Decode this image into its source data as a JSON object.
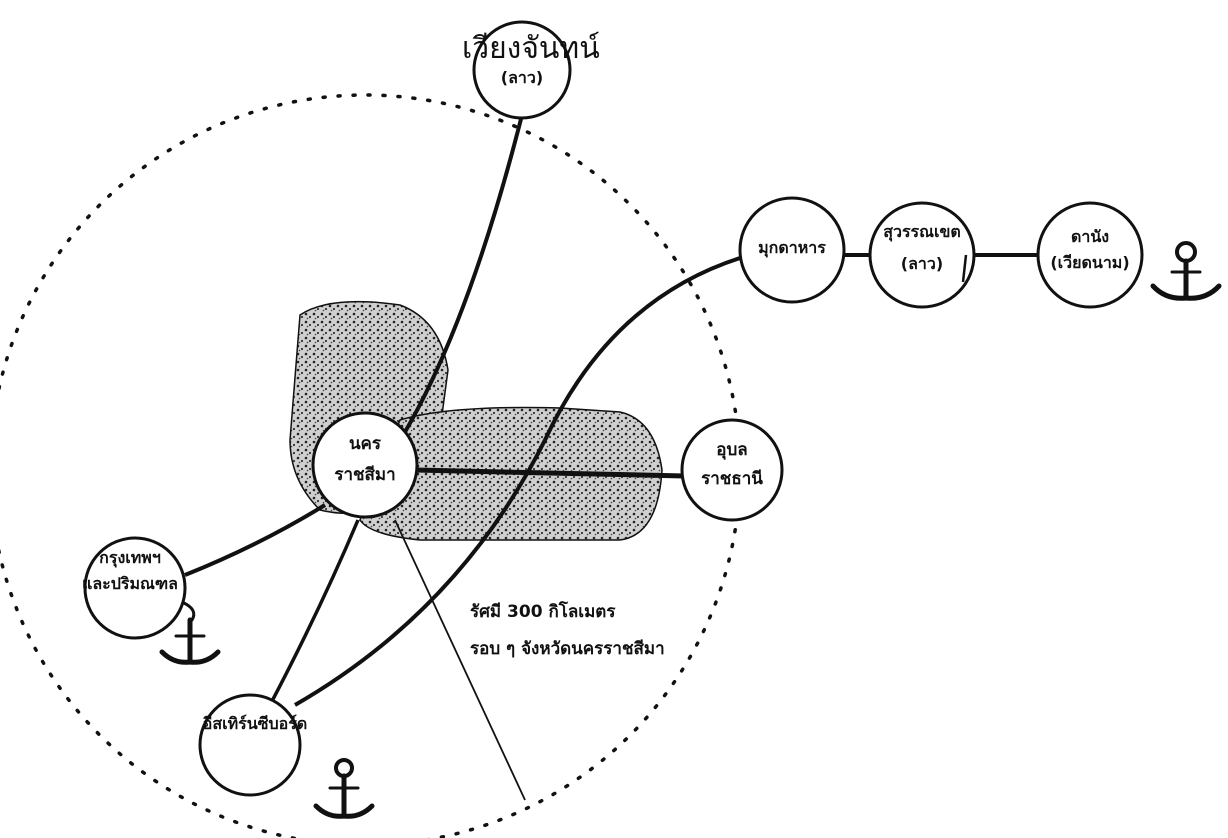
{
  "colors": {
    "ink": "#111111",
    "shade": "#b8b8b8",
    "background": "#ffffff"
  },
  "cities": {
    "vientiane": {
      "name": "เวียงจันทน์",
      "sub": "(ลาว)"
    },
    "mukdahan": {
      "name": "มุกดาหาร"
    },
    "savannakhet": {
      "name": "สุวรรณเขต",
      "sub": "(ลาว)"
    },
    "danang": {
      "name": "ดานัง",
      "sub": "(เวียดนาม)"
    },
    "korat": {
      "line1": "นคร",
      "line2": "ราชสีมา"
    },
    "ubon": {
      "line1": "อุบล",
      "line2": "ราชธานี"
    },
    "bangkok": {
      "line1": "กรุงเทพฯ",
      "line2": "และปริมณฑล"
    },
    "eastern_seaboard": {
      "name": "อีสเทิร์นซีบอร์ด"
    }
  },
  "radius_note": {
    "line1": "รัศมี 300 กิโลเมตร",
    "line2": "รอบ ๆ จังหวัดนครราชสีมา"
  },
  "icons": [
    "anchor-icon",
    "anchor-icon",
    "anchor-icon"
  ]
}
